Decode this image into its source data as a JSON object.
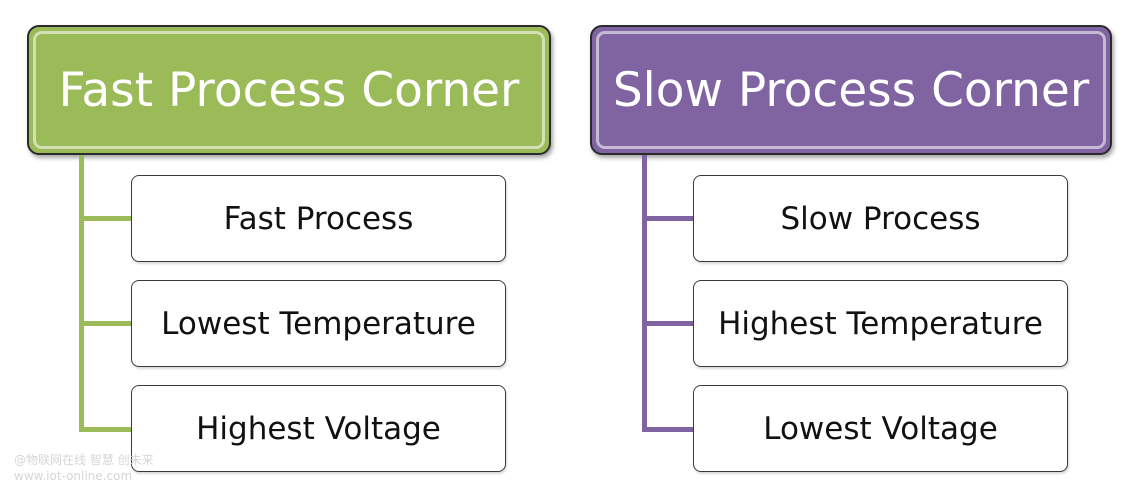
{
  "left_group": {
    "title": "Fast Process Corner",
    "color": "#9bbb59",
    "items": [
      "Fast Process",
      "Lowest Temperature",
      "Highest Voltage"
    ]
  },
  "right_group": {
    "title": "Slow Process Corner",
    "color": "#8064a2",
    "items": [
      "Slow Process",
      "Highest Temperature",
      "Lowest Voltage"
    ]
  },
  "watermark": {
    "line1": "@物联网在线 智慧 创未来",
    "line2": "www.iot-online.com"
  }
}
